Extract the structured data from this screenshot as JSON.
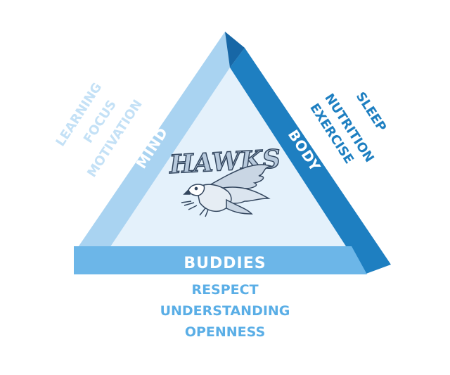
{
  "triangle": {
    "sides": {
      "mind": "MIND",
      "body": "BODY",
      "buddies": "BUDDIES"
    },
    "mind_items": [
      "LEARNING",
      "FOCUS",
      "MOTIVATION"
    ],
    "body_items": [
      "SLEEP",
      "NUTRITION",
      "EXERCISE"
    ],
    "buddies_items": [
      "RESPECT",
      "UNDERSTANDING",
      "OPENNESS"
    ],
    "logo_text": "HAWKS",
    "colors": {
      "light_blue": "#a9d3f1",
      "mid_blue": "#6cb6e8",
      "dark_blue": "#1e7fc1",
      "deep_blue": "#1767a6",
      "pale_inner": "#e4f1fb",
      "mind_text": "#c4e1f6",
      "buddies_text": "#5aaee6"
    }
  }
}
